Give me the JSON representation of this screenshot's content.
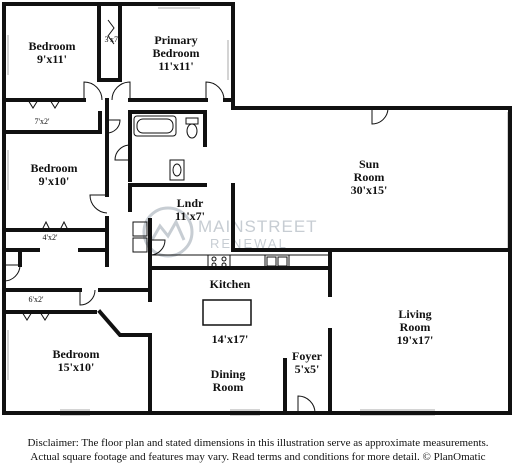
{
  "rooms": {
    "bedroom_nw": {
      "name": "Bedroom",
      "dim": "9'x11'"
    },
    "primary_bedroom": {
      "name_line1": "Primary",
      "name_line2": "Bedroom",
      "dim": "11'x11'"
    },
    "bedroom_w": {
      "name": "Bedroom",
      "dim": "9'x10'"
    },
    "bedroom_sw": {
      "name": "Bedroom",
      "dim": "15'x10'"
    },
    "sun_room": {
      "name_line1": "Sun",
      "name_line2": "Room",
      "dim": "30'x15'"
    },
    "laundry": {
      "name": "Lndr",
      "dim": "11'x7'"
    },
    "kitchen": {
      "name": "Kitchen",
      "dim": "14'x17'"
    },
    "dining_room": {
      "name_line1": "Dining",
      "name_line2": "Room"
    },
    "foyer": {
      "name": "Foyer",
      "dim": "5'x5'"
    },
    "living_room": {
      "name_line1": "Living",
      "name_line2": "Room",
      "dim": "19'x17'"
    }
  },
  "closets": {
    "closet_primary": "3'x7'",
    "closet_a": "7'x2'",
    "closet_b": "4'x2'",
    "closet_c": "6'x2'"
  },
  "watermark": {
    "line1": "MAINSTREET",
    "line2": "RENEWAL"
  },
  "disclaimer": {
    "line1": "Disclaimer: The floor plan and stated dimensions in this illustration serve as approximate measurements.",
    "line2": "Actual square footage and features may vary. Read terms and conditions for more detail. © PlanOmatic"
  }
}
